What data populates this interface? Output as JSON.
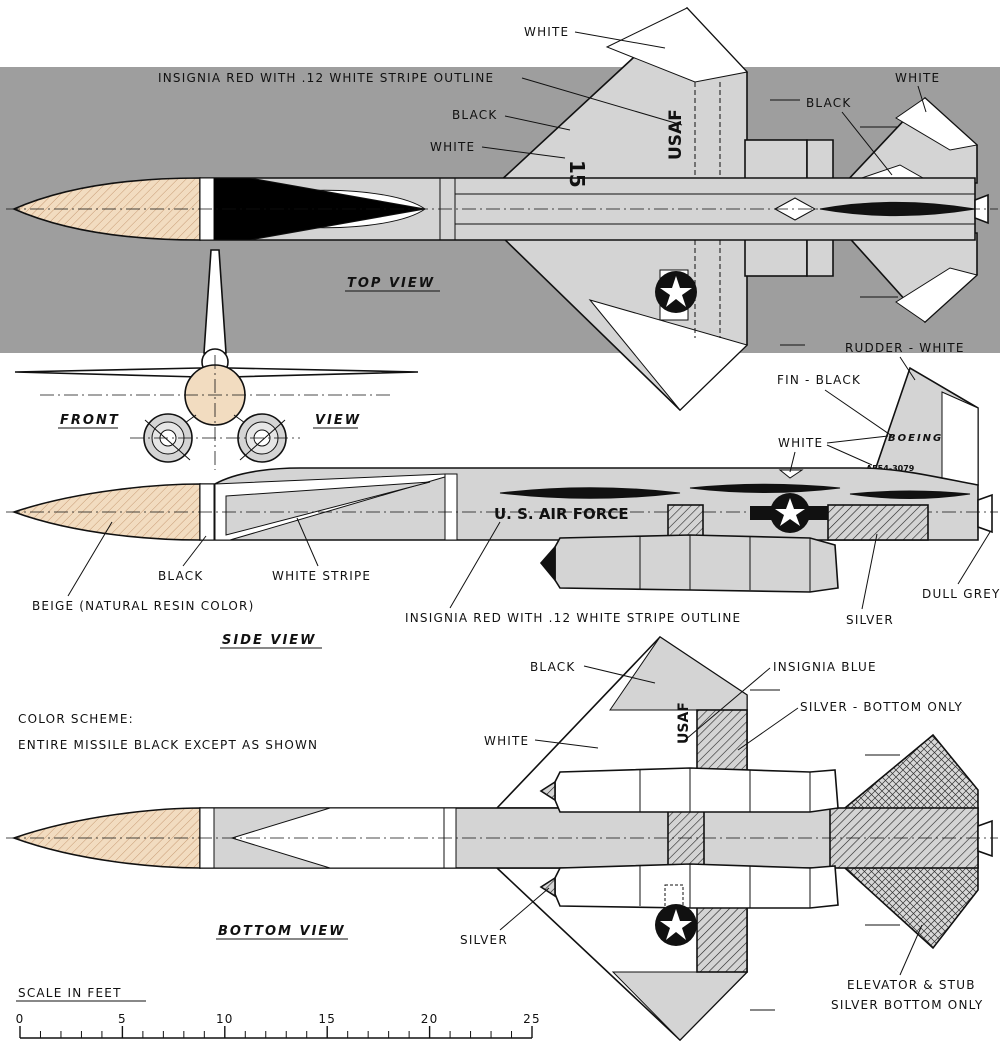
{
  "labels": {
    "white_top_wing": "WHITE",
    "insignia_red_top": "INSIGNIA RED WITH .12 WHITE STRIPE OUTLINE",
    "black_top_left": "BLACK",
    "white_top_left": "WHITE",
    "white_top_tail": "WHITE",
    "black_top_tail": "BLACK",
    "top_view": "TOP VIEW",
    "rudder_white": "RUDDER - WHITE",
    "fin_black": "FIN - BLACK",
    "front_view_a": "FRONT",
    "front_view_b": "VIEW",
    "white_side": "WHITE",
    "black_side": "BLACK",
    "white_stripe": "WHITE STRIPE",
    "beige": "BEIGE (NATURAL RESIN COLOR)",
    "insignia_red_side": "INSIGNIA RED WITH .12 WHITE STRIPE OUTLINE",
    "silver_side": "SILVER",
    "dull_grey": "DULL GREY",
    "side_view": "SIDE VIEW",
    "black_bottom": "BLACK",
    "insignia_blue": "INSIGNIA BLUE",
    "silver_bottom_only": "SILVER - BOTTOM ONLY",
    "white_bottom": "WHITE",
    "bottom_view": "BOTTOM VIEW",
    "silver_bottom": "SILVER",
    "elevator_line1": "ELEVATOR & STUB",
    "elevator_line2": "SILVER BOTTOM ONLY"
  },
  "markings": {
    "usaf_top": "USAF",
    "number_15": "15",
    "us_air_force": "U. S. AIR FORCE",
    "boeing": "BOEING",
    "serial": "AF54-3079",
    "usaf_bottom": "USAF"
  },
  "color_scheme": {
    "title": "COLOR SCHEME:",
    "text": "ENTIRE MISSILE BLACK EXCEPT AS SHOWN"
  },
  "scale": {
    "title": "SCALE IN FEET",
    "ticks": [
      "0",
      "5",
      "10",
      "15",
      "20",
      "25"
    ]
  },
  "colors": {
    "background_band": "#9e9e9e",
    "grey_panel": "#d4d4d4",
    "beige": "#f2dcc0",
    "black": "#111111",
    "white": "#ffffff"
  }
}
